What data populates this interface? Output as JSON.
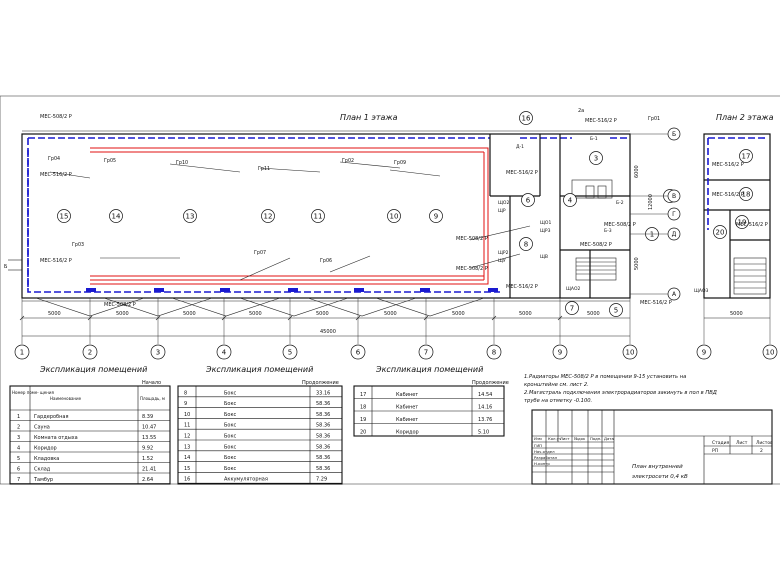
{
  "plans": {
    "floor1_title": "План 1 этажа",
    "floor2_title": "План 2 этажа"
  },
  "axes": {
    "floor1": [
      "1",
      "2",
      "3",
      "4",
      "5",
      "6",
      "7",
      "8",
      "9",
      "10"
    ],
    "floor2": [
      "9",
      "10"
    ],
    "letters": [
      "Б",
      "В",
      "Г",
      "Д",
      "А"
    ],
    "side_label": "Б"
  },
  "dimensions": {
    "spans": [
      "5000",
      "5000",
      "5000",
      "5000",
      "5000",
      "5000",
      "5000",
      "5000",
      "5000"
    ],
    "total": "45000",
    "floor2_span": "5000",
    "vertical": [
      "12000",
      "6000",
      "5000"
    ],
    "top_small": "2а"
  },
  "rooms_floor1": [
    "15",
    "14",
    "13",
    "12",
    "11",
    "10",
    "9",
    "6",
    "5",
    "4",
    "3",
    "2",
    "1",
    "8",
    "7",
    "16"
  ],
  "rooms_floor2": [
    "17",
    "18",
    "19",
    "20"
  ],
  "labels": {
    "mes1": "МЕС-508/2 Р",
    "mes2": "МЕС-516/2 Р",
    "lines": [
      "Гр04",
      "Гр05",
      "Гр10",
      "Гр11",
      "Гр02",
      "Гр09",
      "Гр07",
      "Гр06",
      "Гр03",
      "Гр01"
    ],
    "shields": [
      "ЩО2",
      "ЩР",
      "ЩО1",
      "ЩР3",
      "ЩР2",
      "ЩУ",
      "ЩВ",
      "ЩАО2",
      "ЩАО3"
    ],
    "misc": [
      "Б-1",
      "Б-2",
      "Б-3",
      "Д-1"
    ]
  },
  "explication_titles": [
    "Экспликация помещений",
    "Экспликация помещений",
    "Экспликация помещений"
  ],
  "table1": {
    "header_extra": "Начало",
    "headers": [
      "Номер поме- щения",
      "Наименование",
      "Площадь, м"
    ],
    "rows": [
      [
        "1",
        "Гардеробная",
        "8.39"
      ],
      [
        "2",
        "Сауна",
        "10.47"
      ],
      [
        "3",
        "Комната отдыха",
        "13.55"
      ],
      [
        "4",
        "Коридор",
        "9.92"
      ],
      [
        "5",
        "Кладовка",
        "1.52"
      ],
      [
        "6",
        "Склад",
        "21.41"
      ],
      [
        "7",
        "Тамбур",
        "2.64"
      ]
    ]
  },
  "table2": {
    "header_extra": "Продолжение",
    "rows": [
      [
        "8",
        "Бокс",
        "33.16"
      ],
      [
        "9",
        "Бокс",
        "58.36"
      ],
      [
        "10",
        "Бокс",
        "58.36"
      ],
      [
        "11",
        "Бокс",
        "58.36"
      ],
      [
        "12",
        "Бокс",
        "58.36"
      ],
      [
        "13",
        "Бокс",
        "58.36"
      ],
      [
        "14",
        "Бокс",
        "58.36"
      ],
      [
        "15",
        "Бокс",
        "58.36"
      ],
      [
        "16",
        "Аккумуляторная",
        "7.29"
      ]
    ]
  },
  "table3": {
    "header_extra": "Продолжение",
    "rows": [
      [
        "17",
        "Кабинет",
        "14.54"
      ],
      [
        "18",
        "Кабинет",
        "14.16"
      ],
      [
        "19",
        "Кабинет",
        "13.76"
      ],
      [
        "20",
        "Коридор",
        "5.10"
      ]
    ]
  },
  "notes": [
    "1.Радиаторы МЕС-508/2 Р в помещении 9-15 установить на",
    "кронштейне см. лист 2.",
    "2.Магистраль подключения электрорадиаторов закинуть в пол в ПВД",
    "трубе на отметку -0.100."
  ],
  "stamp": {
    "col_labels": [
      "Изм",
      "Кол.уч",
      "Лист",
      "№док",
      "Подп.",
      "Дата"
    ],
    "row_labels": [
      "ГИП",
      "Нач.отдел",
      "Разработал",
      "Н.контр"
    ],
    "stage_headers": [
      "Стадия",
      "Лист",
      "Листов"
    ],
    "stage_values": [
      "РП",
      "",
      "2"
    ],
    "title_line1": "План внутренней",
    "title_line2": "электросети 0,4 кВ"
  }
}
